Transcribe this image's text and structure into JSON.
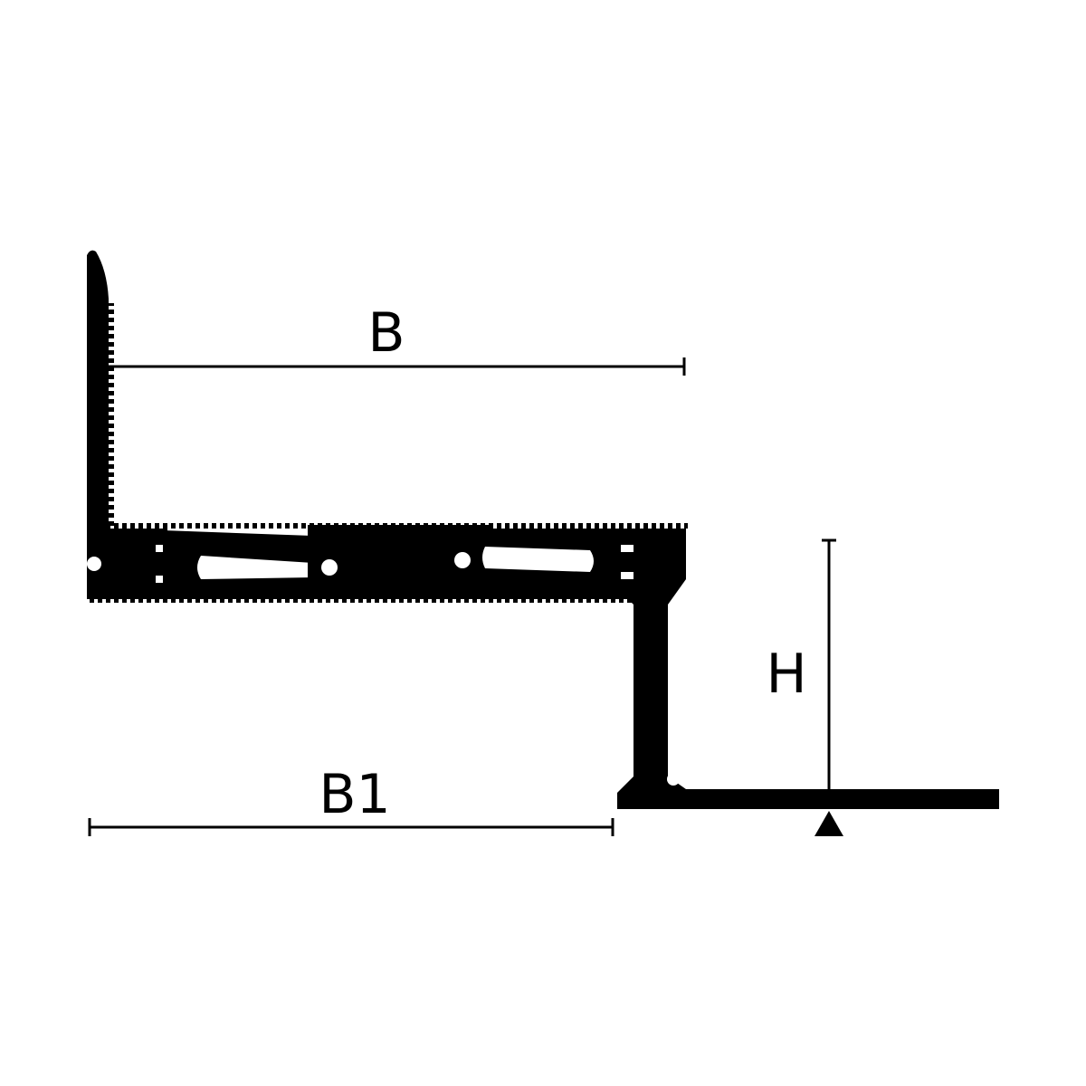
{
  "labels": {
    "width_top": "B",
    "width_bottom": "B1",
    "height": "H"
  },
  "colors": {
    "profile": "#000000",
    "background": "#ffffff"
  },
  "icons": {
    "floor_marker": "triangle-up-marker"
  }
}
